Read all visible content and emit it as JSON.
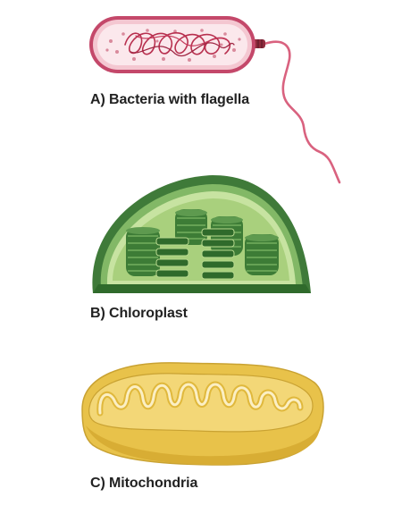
{
  "panels": [
    {
      "label": "A) Bacteria with flagella",
      "icon": "bacterium-icon"
    },
    {
      "label": "B) Chloroplast",
      "icon": "chloroplast-icon"
    },
    {
      "label": "C) Mitochondria",
      "icon": "mitochondrion-icon"
    }
  ],
  "colors": {
    "bacteria_outline": "#c4486a",
    "bacteria_cytoplasm": "#fae6ea",
    "flagellum": "#d9627f",
    "chloroplast_dark": "#3f7a39",
    "chloroplast_light": "#b8d98f",
    "thylakoid": "#4f8b45",
    "mitochondria_outer": "#e8c24a",
    "mitochondria_inner": "#f7e4a0"
  }
}
